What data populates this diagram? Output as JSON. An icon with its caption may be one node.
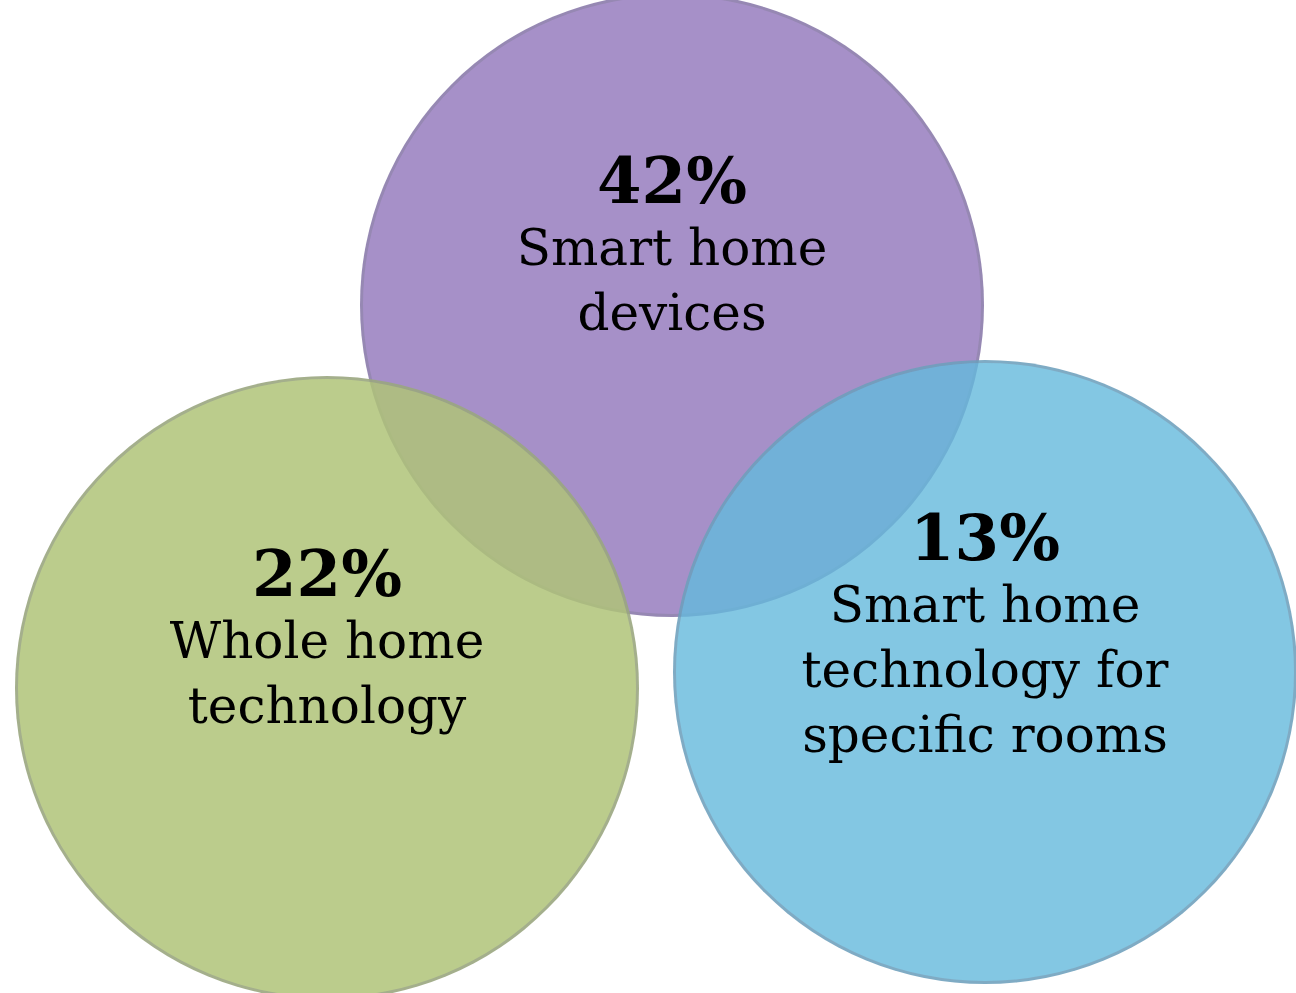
{
  "diagram": {
    "nodes": [
      {
        "text": [
          "42%",
          "Smart home devices"
        ]
      },
      {
        "text": [
          "22%",
          "Whole home technology"
        ]
      },
      {
        "text": [
          "13%",
          "Smart home technology for specific rooms"
        ]
      }
    ]
  }
}
